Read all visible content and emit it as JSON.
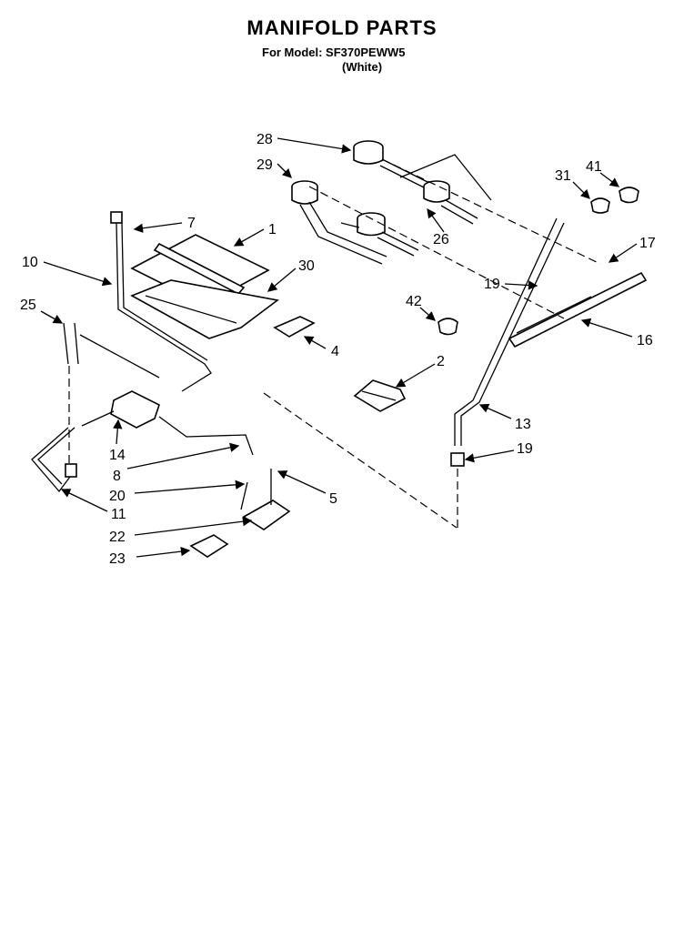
{
  "header": {
    "title": "MANIFOLD PARTS",
    "model_line": "For Model: SF370PEWW5",
    "color_line": "(White)"
  },
  "callouts": {
    "c28": "28",
    "c29": "29",
    "c31": "31",
    "c41": "41",
    "c7": "7",
    "c1": "1",
    "c26": "26",
    "c17": "17",
    "c10": "10",
    "c30": "30",
    "c19a": "19",
    "c25": "25",
    "c42": "42",
    "c16": "16",
    "c4": "4",
    "c2": "2",
    "c13": "13",
    "c14": "14",
    "c19b": "19",
    "c8": "8",
    "c20": "20",
    "c5": "5",
    "c11": "11",
    "c22": "22",
    "c23": "23"
  }
}
